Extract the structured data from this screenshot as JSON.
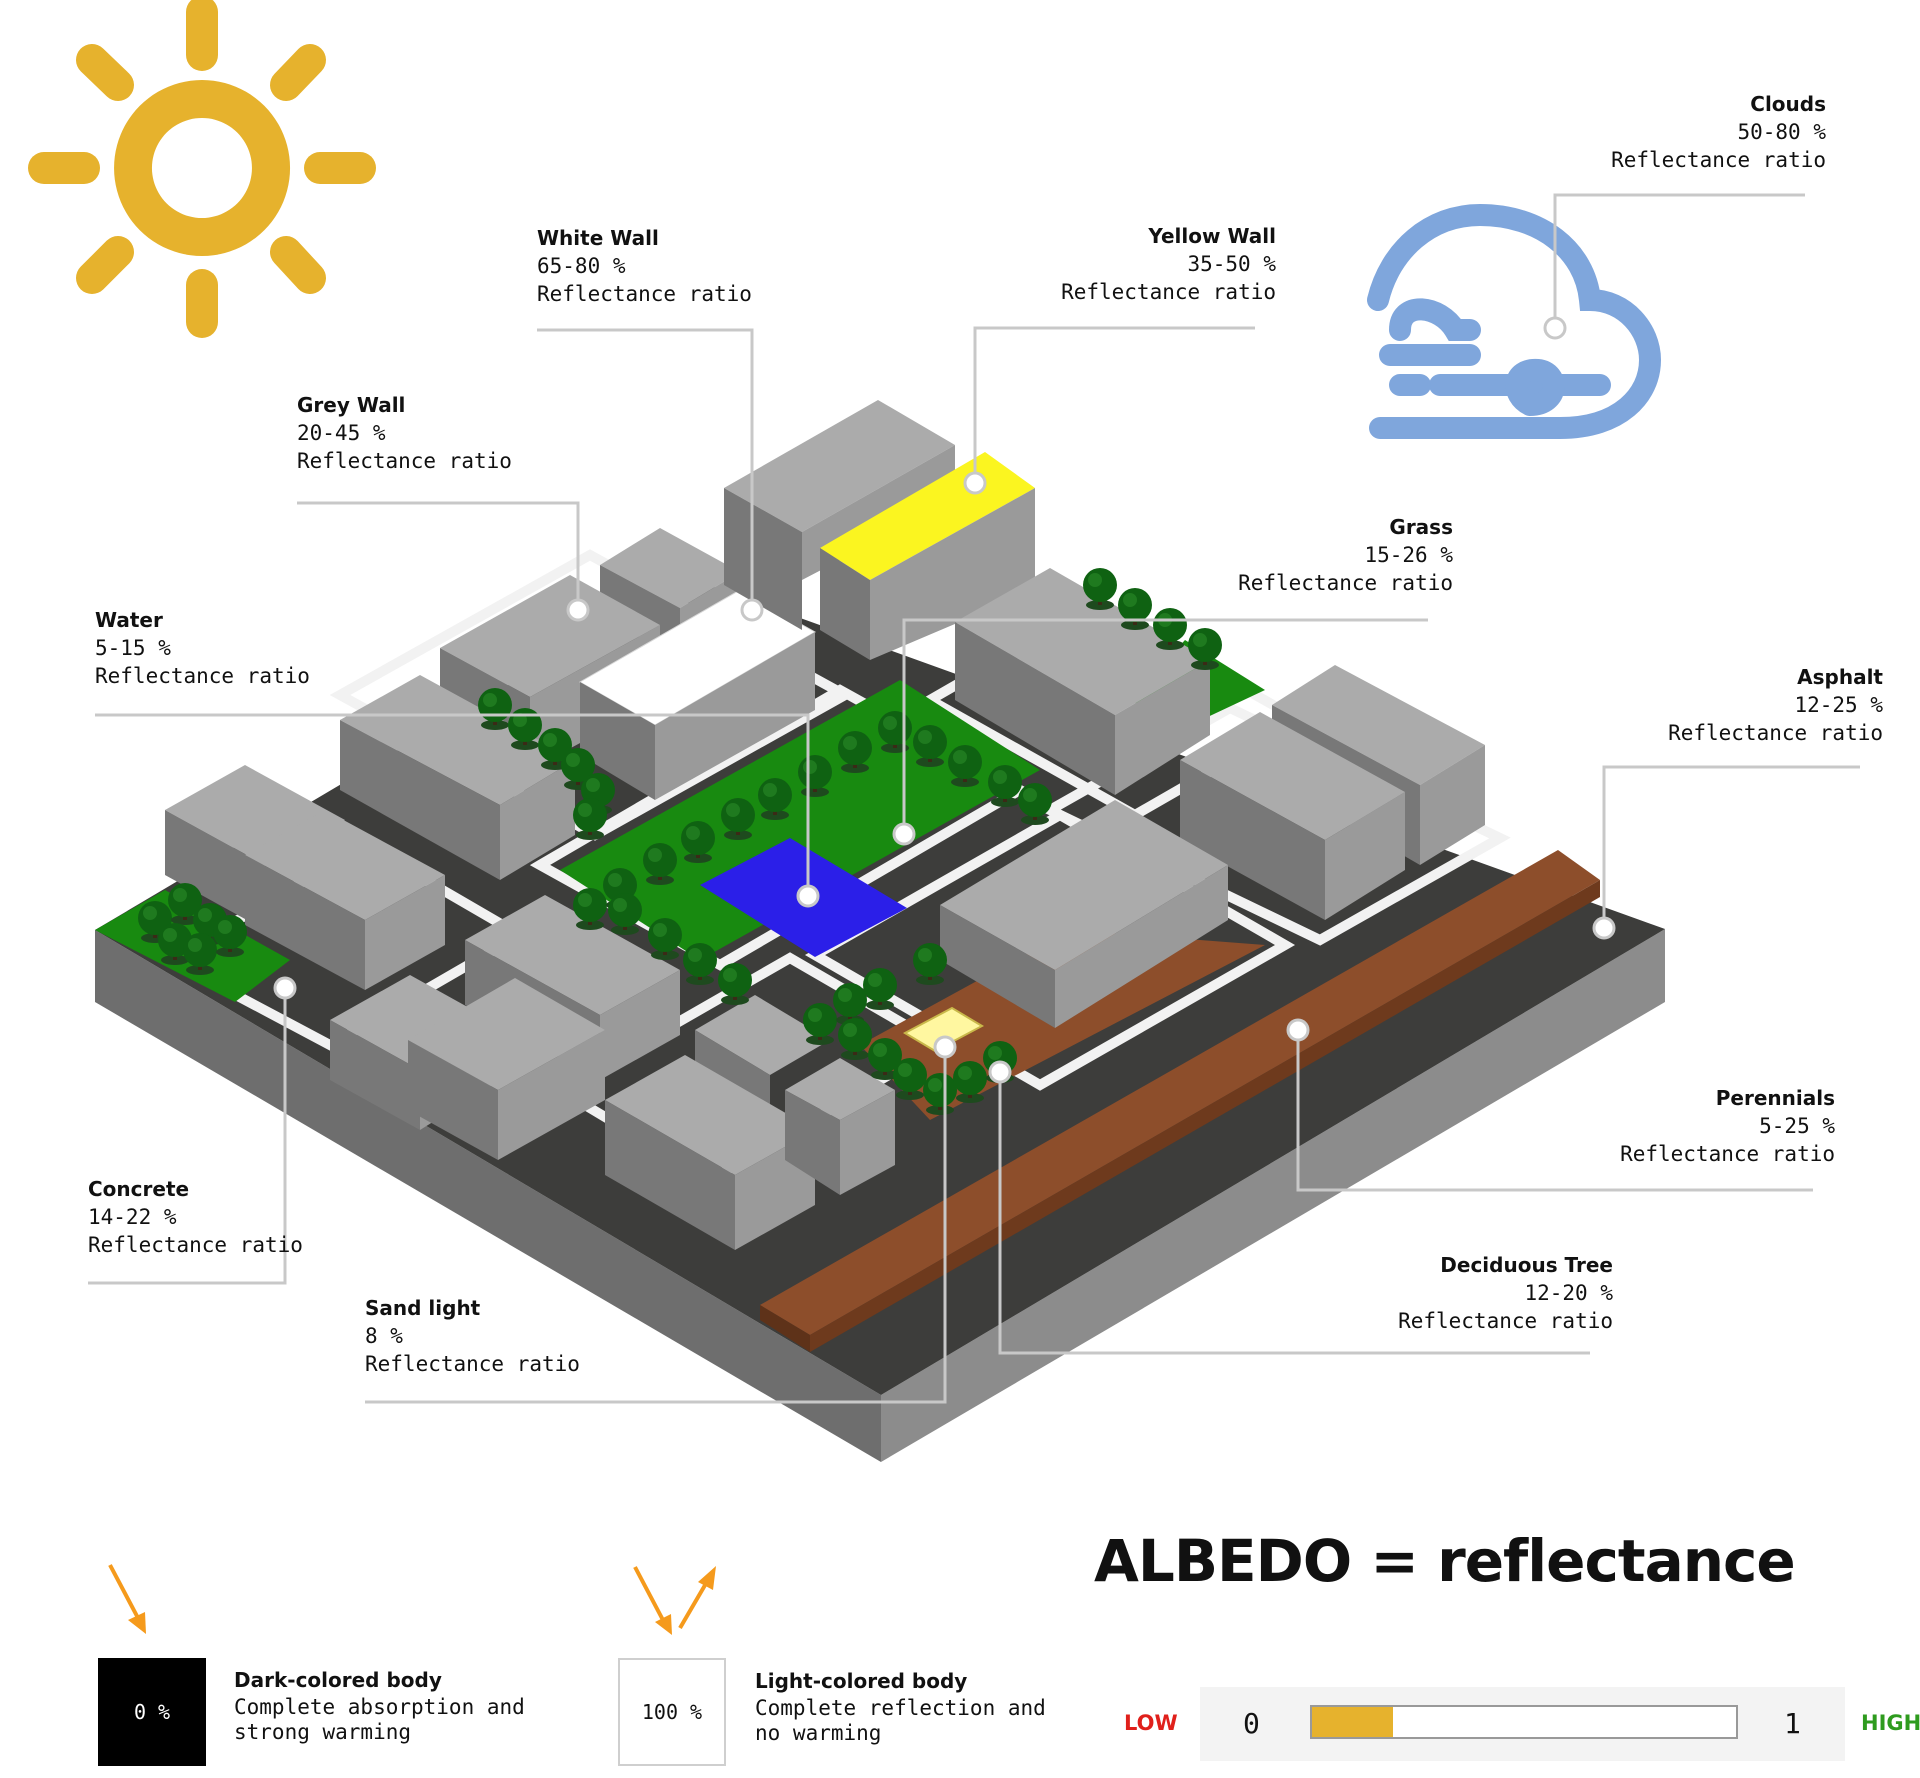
{
  "title": "ALBEDO = reflectance",
  "labels": [
    {
      "id": "clouds",
      "name": "Clouds",
      "value": "50-80 %",
      "caption": "Reflectance ratio"
    },
    {
      "id": "white-wall",
      "name": "White Wall",
      "value": "65-80 %",
      "caption": "Reflectance ratio"
    },
    {
      "id": "yellow-wall",
      "name": "Yellow Wall",
      "value": "35-50 %",
      "caption": "Reflectance ratio"
    },
    {
      "id": "grey-wall",
      "name": "Grey Wall",
      "value": "20-45 %",
      "caption": "Reflectance ratio"
    },
    {
      "id": "grass",
      "name": "Grass",
      "value": "15-26 %",
      "caption": "Reflectance ratio"
    },
    {
      "id": "water",
      "name": "Water",
      "value": "5-15 %",
      "caption": "Reflectance ratio"
    },
    {
      "id": "asphalt",
      "name": "Asphalt",
      "value": "12-25 %",
      "caption": "Reflectance ratio"
    },
    {
      "id": "perennials",
      "name": "Perennials",
      "value": "5-25 %",
      "caption": "Reflectance ratio"
    },
    {
      "id": "concrete",
      "name": "Concrete",
      "value": "14-22 %",
      "caption": "Reflectance ratio"
    },
    {
      "id": "deciduous-tree",
      "name": "Deciduous Tree",
      "value": "12-20 %",
      "caption": "Reflectance ratio"
    },
    {
      "id": "sand-light",
      "name": "Sand light",
      "value": "8 %",
      "caption": "Reflectance ratio"
    }
  ],
  "dark_body": {
    "swatch": "0 %",
    "heading": "Dark-colored body",
    "line1": "Complete absorption and",
    "line2": "strong warming"
  },
  "light_body": {
    "swatch": "100 %",
    "heading": "Light-colored body",
    "line1": "Complete reflection and",
    "line2": "no warming"
  },
  "scale": {
    "low": "LOW",
    "high": "HIGH",
    "min": "0",
    "max": "1",
    "level": 0.19
  },
  "icons": [
    "sun-icon",
    "cloud-icon",
    "sunlight-absorbed-arrow-icon",
    "sunlight-reflected-arrow-icon"
  ],
  "colors": {
    "sun": "#e6b22d",
    "cloud": "#7fa6dc",
    "grass": "#188a10",
    "water": "#2b1fe8",
    "yellow_wall": "#fbf520",
    "perennials": "#8d4e2b",
    "asphalt": "#3d3d3b",
    "tree": "#0f6212",
    "arrow": "#f59a1c",
    "low": "#e0201b",
    "high": "#2e9b1e"
  }
}
